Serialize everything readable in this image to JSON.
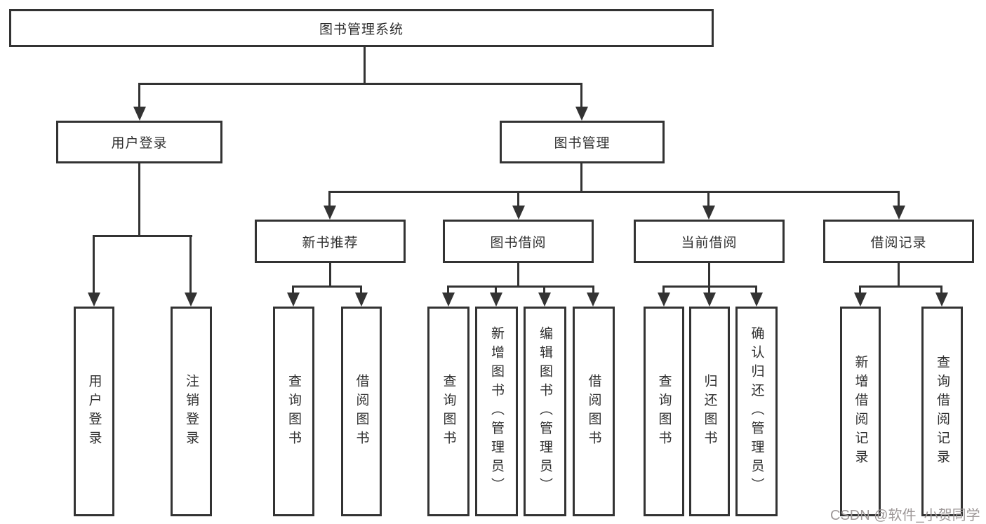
{
  "diagram": {
    "root": {
      "label": "图书管理系统"
    },
    "level2": {
      "user_login": {
        "label": "用户登录"
      },
      "book_mgmt": {
        "label": "图书管理"
      }
    },
    "level3": {
      "new_books": {
        "label": "新书推荐"
      },
      "borrowing": {
        "label": "图书借阅"
      },
      "current": {
        "label": "当前借阅"
      },
      "records": {
        "label": "借阅记录"
      }
    },
    "leaves": {
      "login": {
        "label": "用户登录"
      },
      "logout": {
        "label": "注销登录"
      },
      "nb_query": {
        "label": "查询图书"
      },
      "nb_borrow": {
        "label": "借阅图书"
      },
      "bb_query": {
        "label": "查询图书"
      },
      "bb_add": {
        "label": "新增图书（管理员）"
      },
      "bb_edit": {
        "label": "编辑图书（管理员）"
      },
      "bb_borrow": {
        "label": "借阅图书"
      },
      "cb_query": {
        "label": "查询图书"
      },
      "cb_return": {
        "label": "归还图书"
      },
      "cb_confirm": {
        "label": "确认归还（管理员）"
      },
      "rec_add": {
        "label": "新增借阅记录"
      },
      "rec_query": {
        "label": "查询借阅记录"
      }
    }
  },
  "watermark": {
    "text": "CSDN @软件_小贺同学"
  },
  "colors": {
    "line": "#333333",
    "border": "#333333",
    "bg": "#ffffff",
    "text": "#2f2f2f",
    "watermark": "#9e9898"
  }
}
